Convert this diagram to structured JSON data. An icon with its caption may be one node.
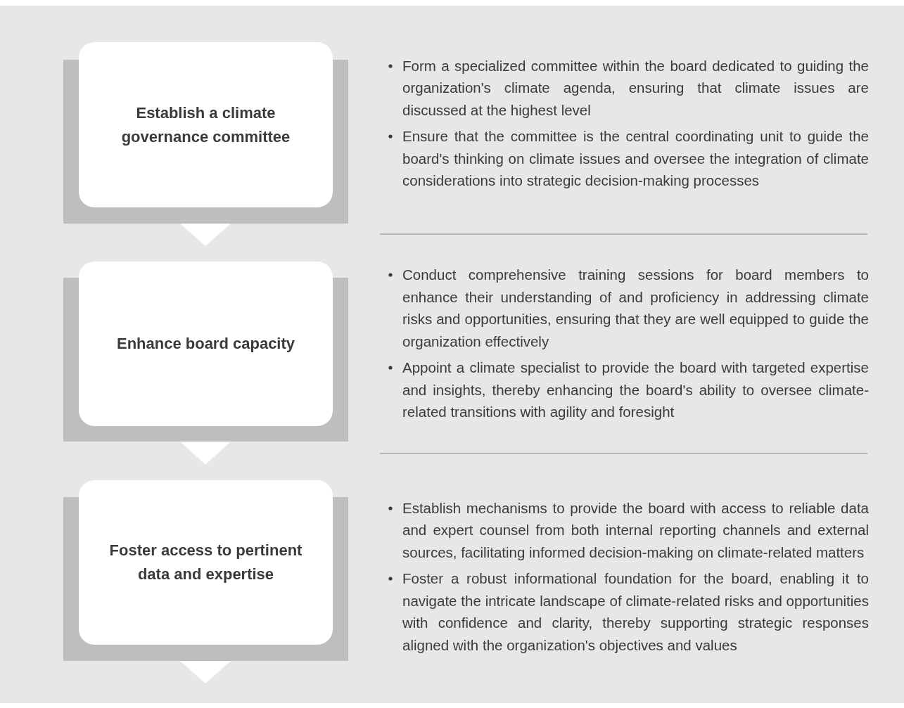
{
  "diagram": {
    "nodes": [
      {
        "text": [
          "Establish a climate governance committee"
        ],
        "beside": [
          "Form a specialized committee within the board dedicated to guiding the organization's climate agenda, ensuring that climate issues are discussed at the highest level",
          "Ensure that the committee is the central coordinating unit to guide the board's thinking on climate issues and oversee the integration of climate considerations into strategic decision-making processes"
        ]
      },
      {
        "text": [
          "Enhance board capacity"
        ],
        "beside": [
          "Conduct comprehensive training sessions for board members to enhance their understanding of and proficiency in addressing climate risks and opportunities, ensuring that they are well equipped to guide the organization effectively",
          "Appoint a climate specialist to provide the board with targeted expertise and insights, thereby enhancing the board's ability to oversee climate-related transitions with agility and foresight"
        ]
      },
      {
        "text": [
          "Foster access to pertinent data and expertise"
        ],
        "beside": [
          "Establish mechanisms to provide the board with access to reliable data and expert counsel from both internal reporting channels and external sources, facilitating informed decision-making on climate-related matters",
          "Foster a robust informational foundation for the board, enabling it to navigate the intricate landscape of climate-related risks and opportunities with confidence and clarity, thereby supporting strategic responses aligned with the organization's objectives and values"
        ]
      }
    ],
    "edges": [
      {
        "from": 0,
        "to": 1,
        "arrow": "to"
      },
      {
        "from": 1,
        "to": 2,
        "arrow": "to"
      },
      {
        "from": 2,
        "to": null,
        "arrow": "to"
      }
    ]
  }
}
